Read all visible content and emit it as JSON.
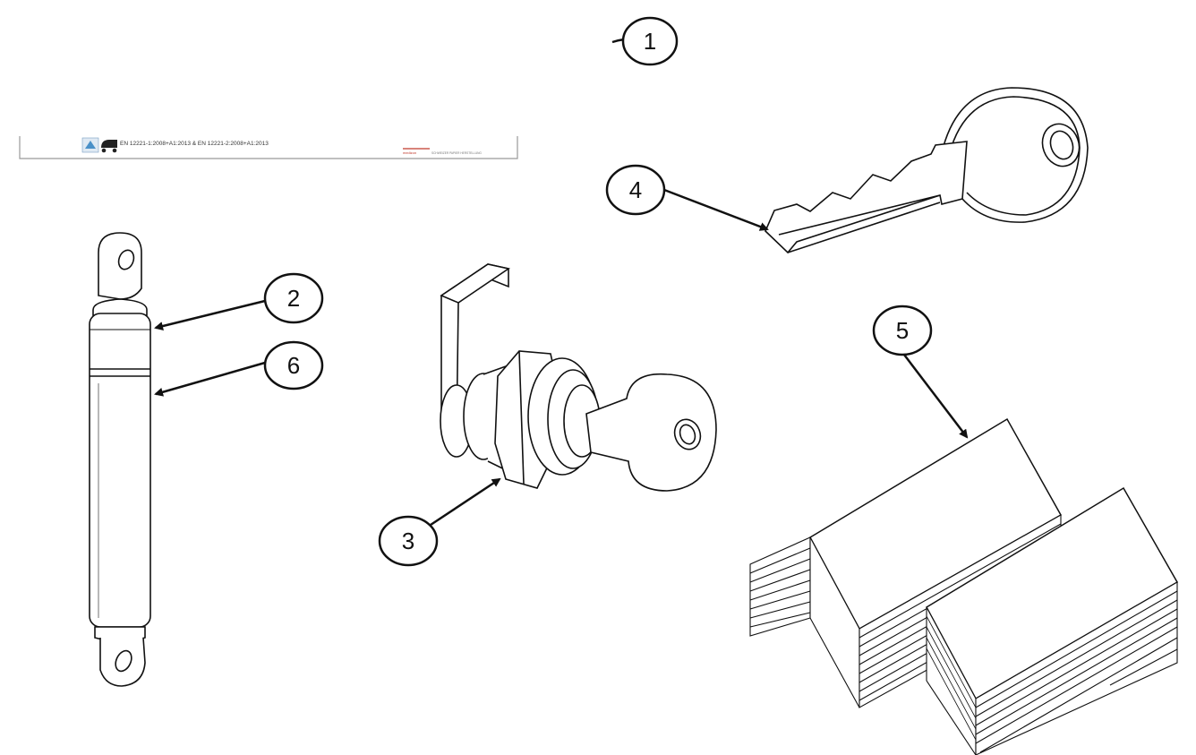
{
  "callouts": {
    "c1": "1",
    "c2": "2",
    "c3": "3",
    "c4": "4",
    "c5": "5",
    "c6": "6"
  },
  "label_strip": {
    "standards": "EN 12221-1:2008+A1:2013 & EN 12221-2:2008+A1:2013",
    "brand": "medizon",
    "fine_print": "SCHWEIZER PAPIER HERSTELLUNG"
  },
  "colors": {
    "line": "#111111",
    "label_accent": "#c0392b",
    "icon_blue": "#4a90c8"
  }
}
